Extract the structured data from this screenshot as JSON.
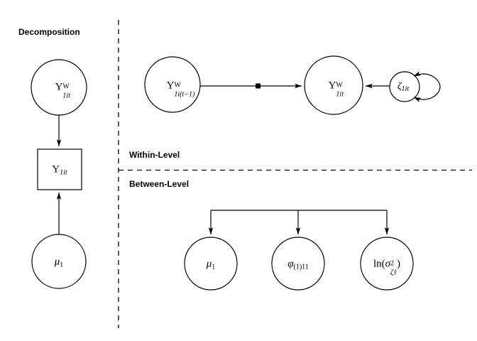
{
  "figure": {
    "title_left": "Decomposition",
    "level_labels": {
      "within": "Within-Level",
      "between": "Between-Level"
    }
  },
  "colors": {
    "stroke": "#000000",
    "background": "#ffffff",
    "text": "#000000"
  },
  "decomposition_panel": {
    "latent_within": {
      "base": "Y",
      "superscript": "W",
      "subscript": "1it",
      "plain": "Y^W_1it"
    },
    "observed": {
      "base": "Y",
      "subscript": "1it",
      "plain": "Y_1it"
    },
    "mean": {
      "base": "μ",
      "subscript": "1",
      "plain": "μ_1"
    }
  },
  "within_level": {
    "lagged_latent": {
      "base": "Y",
      "superscript": "W",
      "subscript": "1i(t−1)",
      "plain": "Y^W_1i(t-1)"
    },
    "current_latent": {
      "base": "Y",
      "superscript": "W",
      "subscript": "1it",
      "plain": "Y^W_1it"
    },
    "residual": {
      "base": "ζ",
      "subscript": "1it",
      "plain": "ζ_1it"
    },
    "autoregressive_path_marker": "random-slope-dot",
    "residual_variance_loop": "double-headed-self-loop"
  },
  "between_level": {
    "nodes": [
      {
        "base": "μ",
        "subscript": "1",
        "plain": "μ_1"
      },
      {
        "base": "φ",
        "subscript": "(1)11",
        "plain": "φ_(1)11"
      },
      {
        "prefix": "ln(",
        "base": "σ",
        "superscript": "2",
        "subscript": "ζ1",
        "suffix": ")",
        "plain": "ln(σ²_ζ1)"
      }
    ]
  }
}
